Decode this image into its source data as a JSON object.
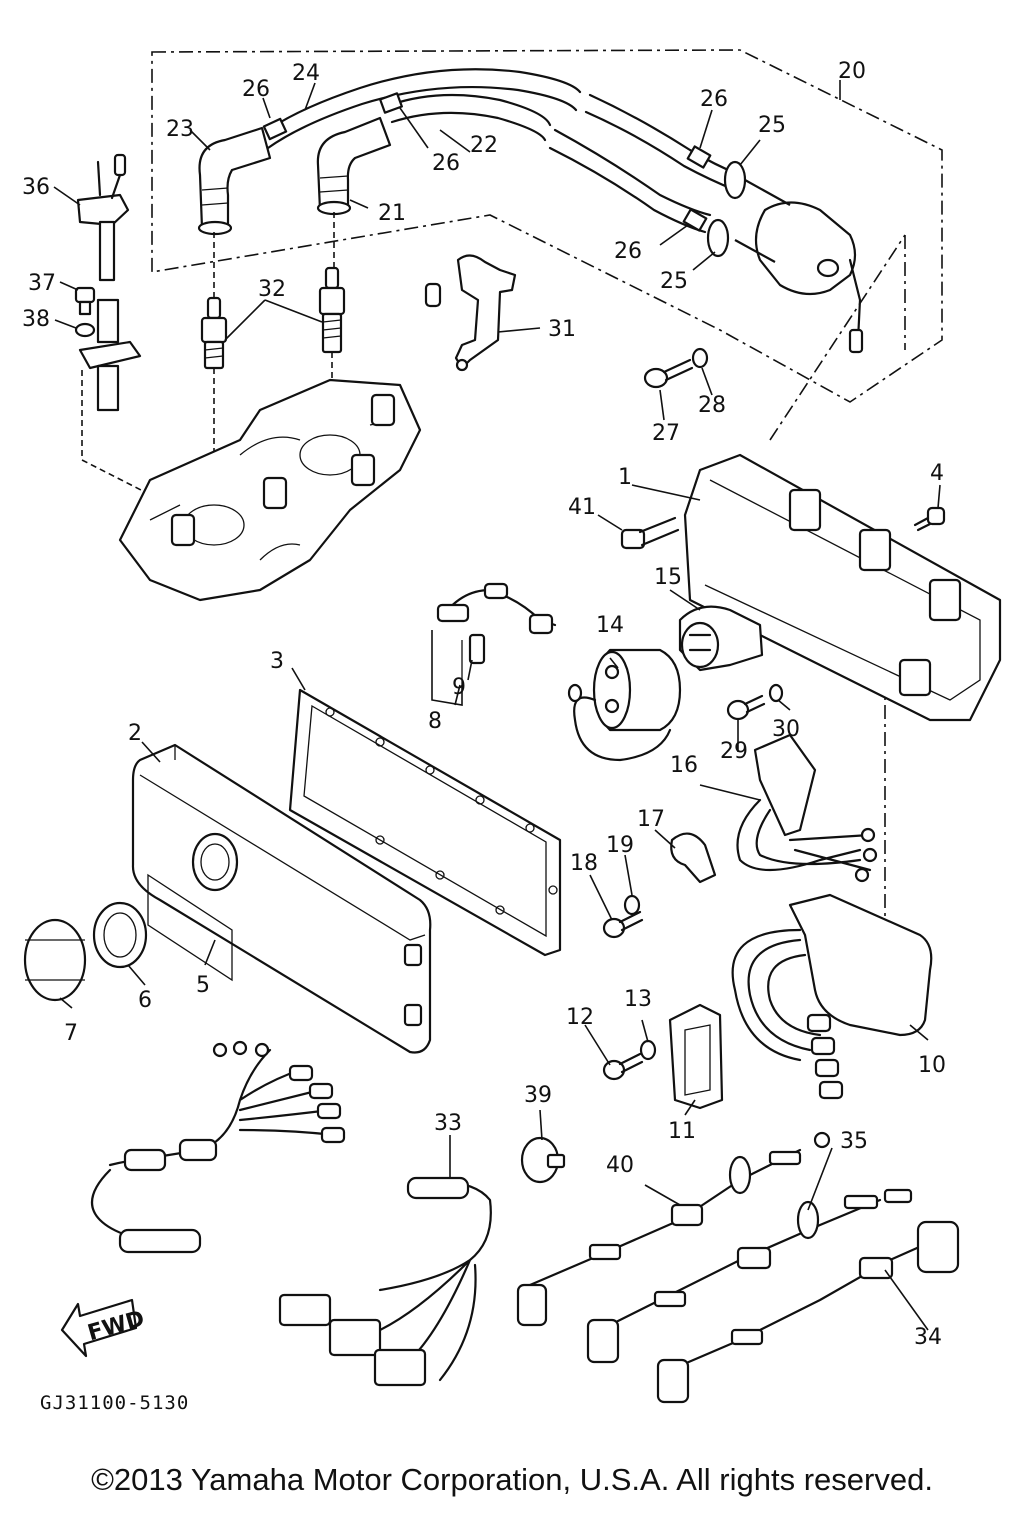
{
  "diagram_code": "GJ31100-5130",
  "copyright": "©2013 Yamaha Motor Corporation, U.S.A. All rights reserved.",
  "fwd_label": "FWD",
  "callouts": [
    "1",
    "2",
    "3",
    "4",
    "5",
    "6",
    "7",
    "8",
    "9",
    "10",
    "11",
    "12",
    "13",
    "14",
    "15",
    "16",
    "17",
    "18",
    "19",
    "20",
    "21",
    "22",
    "23",
    "24",
    "25",
    "25",
    "26",
    "26",
    "26",
    "26",
    "27",
    "28",
    "29",
    "30",
    "31",
    "32",
    "33",
    "34",
    "35",
    "36",
    "37",
    "38",
    "39",
    "40",
    "41"
  ]
}
